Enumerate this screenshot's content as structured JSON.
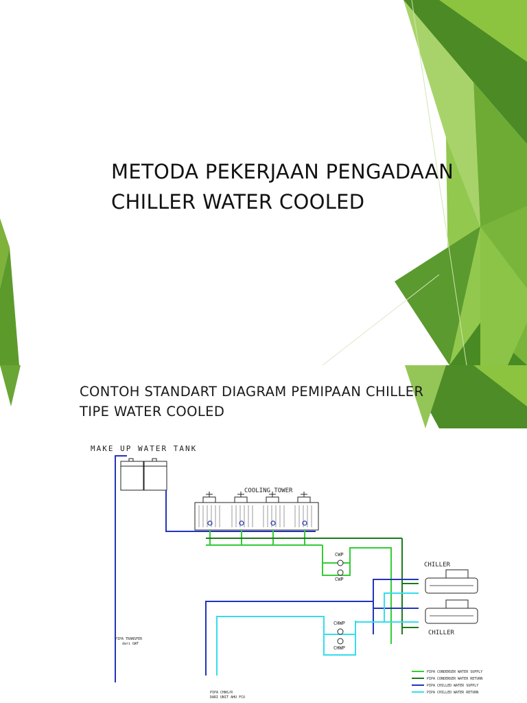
{
  "slides": [
    {
      "title_line1": "METODA PEKERJAAN PENGADAAN",
      "title_line2": "CHILLER WATER COOLED"
    },
    {
      "title_line1": "CONTOH STANDART DIAGRAM PEMIPAAN CHILLER",
      "title_line2": "TIPE WATER COOLED"
    }
  ],
  "diagram": {
    "make_up_tank_label": "MAKE UP WATER TANK",
    "cooling_tower_label": "COOLING TOWER",
    "pump_cwp_1": "CWP",
    "pump_cwp_2": "CWP",
    "pump_chwp_1": "CHWP",
    "pump_chwp_2": "CHWP",
    "chiller_top": "CHILLER",
    "chiller_bottom": "CHILLER",
    "transfer_line1": "PIPA TRANSFER",
    "transfer_line2": "dari GWT",
    "bottom_line1": "PIPA CHWS/R",
    "bottom_line2": "DARI UNIT AHU FCU",
    "legend": [
      {
        "label": "PIPA CONDENSER WATER SUPPLY",
        "color": "#33cc33"
      },
      {
        "label": "PIPA CONDENSER WATER RETURN",
        "color": "#1a7a1a"
      },
      {
        "label": "PIPA CHILLED WATER SUPPLY",
        "color": "#2233bb"
      },
      {
        "label": "PIPA CHILLED WATER RETURN",
        "color": "#33ddee"
      }
    ]
  },
  "colors": {
    "green_light": "#8dc63f",
    "green_mid": "#5fa033",
    "green_dark": "#2f6b1e",
    "cw_supply": "#33cc33",
    "cw_return": "#1a7a1a",
    "chw_supply": "#2233bb",
    "chw_return": "#33ddee"
  }
}
